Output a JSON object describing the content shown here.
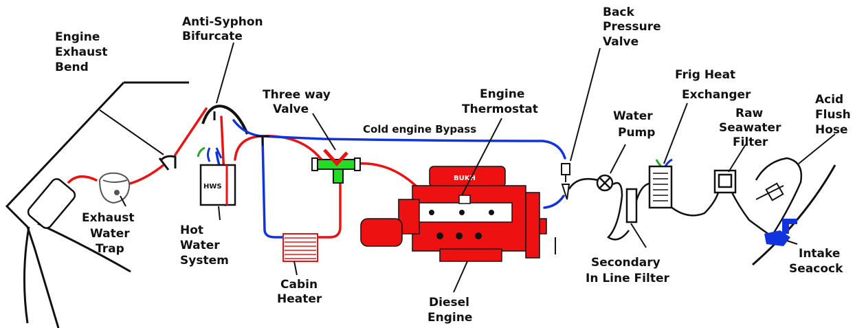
{
  "colors": {
    "raw_water": "#ee1111",
    "cold_bypass": "#1133dd",
    "valve": "#22dd22",
    "engine": "#ee1111",
    "outline": "#111111"
  },
  "labels": {
    "engine_exhaust_bend": [
      "Engine",
      "Exhaust",
      "Bend"
    ],
    "anti_syphon": [
      "Anti-Syphon",
      "Bifurcate"
    ],
    "three_way_valve": [
      "Three way",
      "Valve"
    ],
    "cold_engine_bypass": "Cold engine Bypass",
    "engine_thermostat": [
      "Engine",
      "Thermostat"
    ],
    "back_pressure_valve": [
      "Back",
      "Pressure",
      "Valve"
    ],
    "water_pump": [
      "Water",
      "Pump"
    ],
    "frig_heat_exchanger": [
      "Frig Heat",
      "Exchanger"
    ],
    "raw_seawater_filter": [
      "Raw",
      "Seawater",
      "Filter"
    ],
    "acid_flush_hose": [
      "Acid",
      "Flush",
      "Hose"
    ],
    "exhaust_water_trap": [
      "Exhaust",
      "Water",
      "Trap"
    ],
    "hot_water_system": [
      "Hot",
      "Water",
      "System"
    ],
    "cabin_heater": [
      "Cabin",
      "Heater"
    ],
    "diesel_engine": [
      "Diesel",
      "Engine"
    ],
    "secondary_filter": [
      "Secondary",
      "In Line Filter"
    ],
    "intake_seacock": [
      "Intake",
      "Seacock"
    ]
  },
  "tags": {
    "hws": "HWS",
    "engine_brand": "BUKH"
  }
}
